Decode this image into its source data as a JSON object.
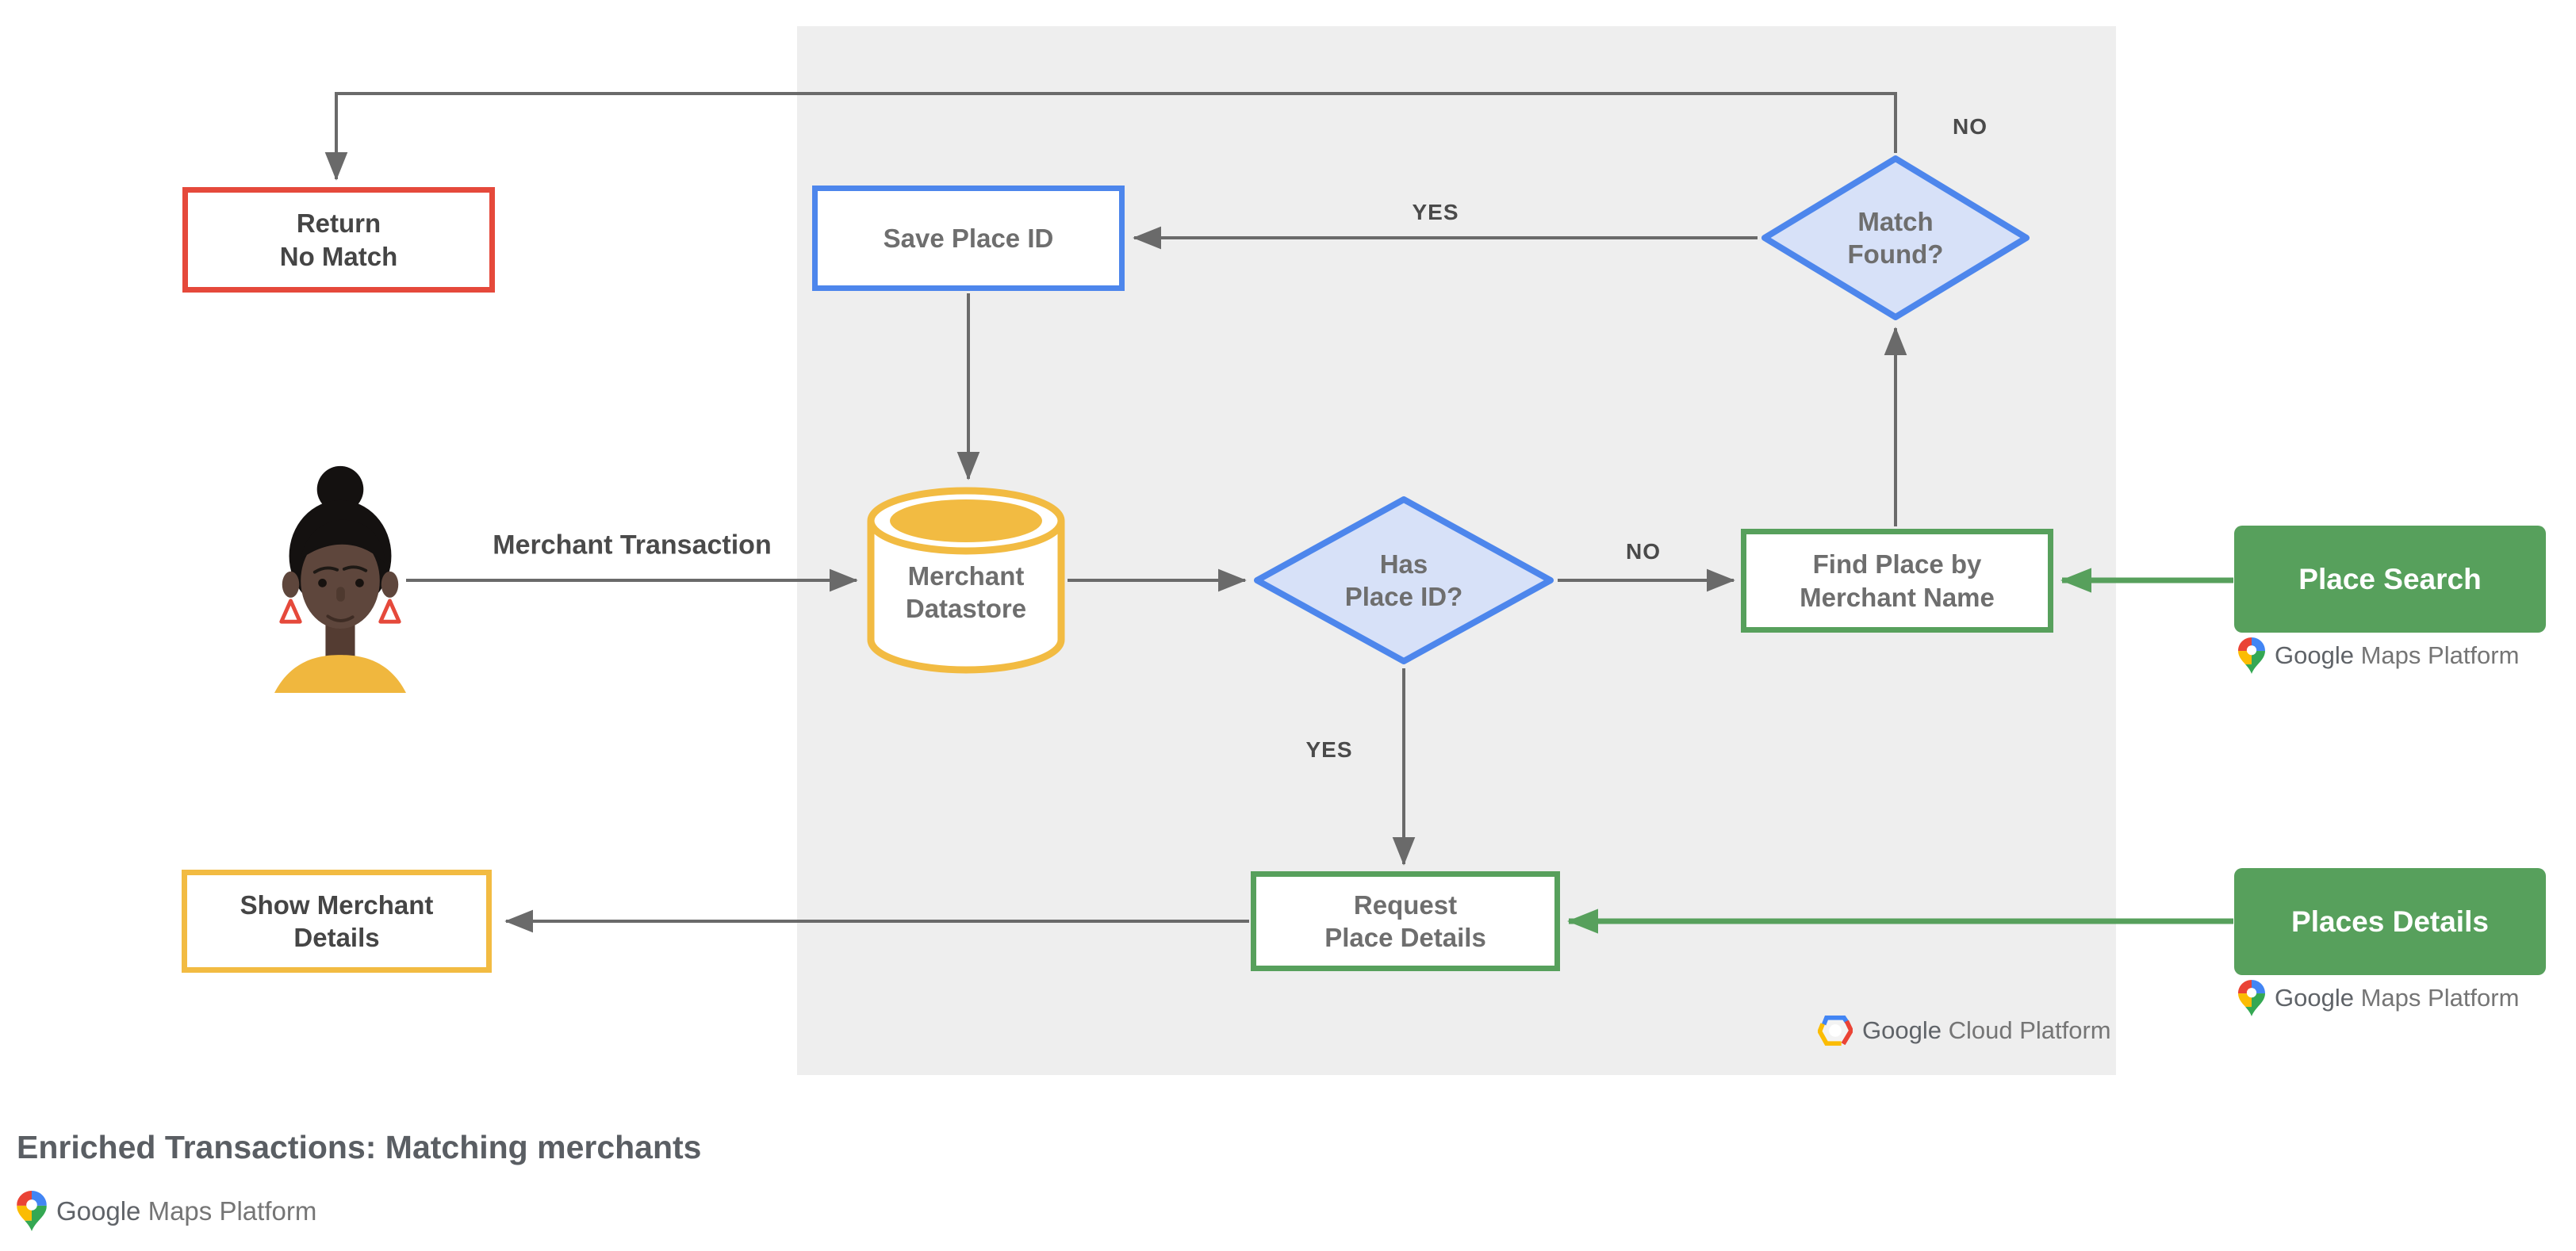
{
  "flowchart": {
    "caption": {
      "title": "Enriched Transactions: Matching merchants"
    },
    "nodes": {
      "return_no_match": {
        "line1": "Return",
        "line2": "No Match"
      },
      "save_place_id": {
        "line1": "Save Place ID"
      },
      "match_found": {
        "line1": "Match",
        "line2": "Found?"
      },
      "merchant_datastore": {
        "line1": "Merchant",
        "line2": "Datastore"
      },
      "has_place_id": {
        "line1": "Has",
        "line2": "Place ID?"
      },
      "find_place_by_merchant_name": {
        "line1": "Find Place by",
        "line2": "Merchant Name"
      },
      "request_place_details": {
        "line1": "Request",
        "line2": "Place Details"
      },
      "show_merchant_details": {
        "line1": "Show Merchant",
        "line2": "Details"
      },
      "place_search": {
        "label": "Place Search"
      },
      "places_details": {
        "label": "Places Details"
      }
    },
    "edge_labels": {
      "match_found_no": "NO",
      "match_found_yes": "YES",
      "has_place_id_no": "NO",
      "has_place_id_yes": "YES"
    },
    "annotations": {
      "merchant_transaction": "Merchant Transaction"
    },
    "brand": {
      "maps_platform": {
        "google": "Google",
        "rest": "Maps Platform"
      },
      "cloud_platform": {
        "google": "Google",
        "rest": "Cloud Platform"
      }
    },
    "colors": {
      "red": "#E5493B",
      "blue": "#4D86EC",
      "blue_fill": "#D7E1F8",
      "green": "#57A05C",
      "amber": "#F2BB42",
      "line_gray": "#6A6A6A",
      "panel_gray": "#EEEEEE",
      "google_red": "#EA4335",
      "google_blue": "#4285F4",
      "google_yellow": "#FBBC04",
      "google_green": "#34A853"
    }
  }
}
